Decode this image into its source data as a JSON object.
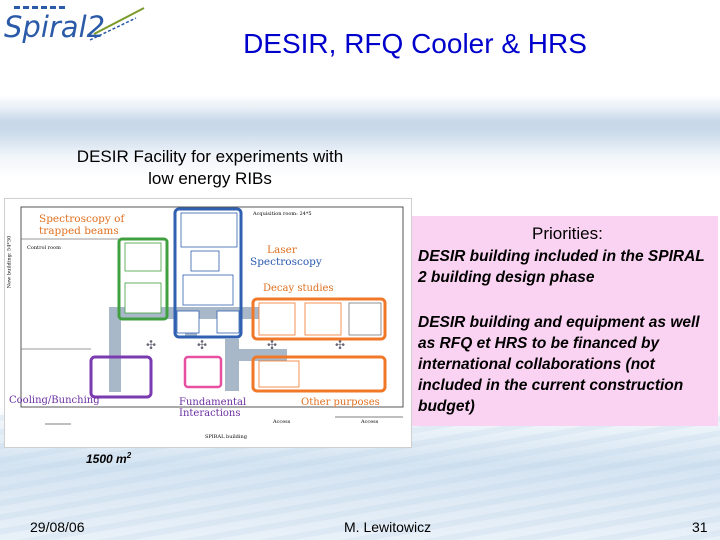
{
  "logo": {
    "text": "Spiral2",
    "brand_color": "#2a5aa8"
  },
  "title": "DESIR, RFQ Cooler & HRS",
  "subtitle": {
    "line1": "DESIR Facility for experiments with",
    "line2": "low energy RIBs"
  },
  "plan": {
    "labels": {
      "spectroscopy_trapped": "Spectroscopy of trapped beams",
      "laser": "Laser",
      "laser_spectroscopy": "Spectroscopy",
      "decay_studies": "Decay studies",
      "cooling": "Cooling/Bunching",
      "fundamental": "Fundamental Interactions",
      "other": "Other purposes",
      "acquisition": "Acquisition room: 24*5",
      "control_room": "Control room",
      "spiral_building": "SPIRAL building",
      "access1": "Access",
      "access2": "Access",
      "new_building": "New building: 54*30"
    },
    "colors": {
      "orange": "#e07020",
      "purple": "#7a3ab0",
      "green": "#40a040",
      "blue": "#3060b0",
      "pink": "#e84fa0",
      "grey": "#9aaabb"
    }
  },
  "priorities": {
    "heading": "Priorities:",
    "item1": "DESIR building included in the SPIRAL 2 building design phase",
    "item2": "DESIR building and equipment as well as RFQ et HRS to be financed by international collaborations (not included in the current construction budget)",
    "background": "#fbd3f2"
  },
  "area": {
    "label": "1500 m",
    "sup": "2"
  },
  "footer": {
    "date": "29/08/06",
    "author": "M. Lewitowicz",
    "page": "31"
  }
}
